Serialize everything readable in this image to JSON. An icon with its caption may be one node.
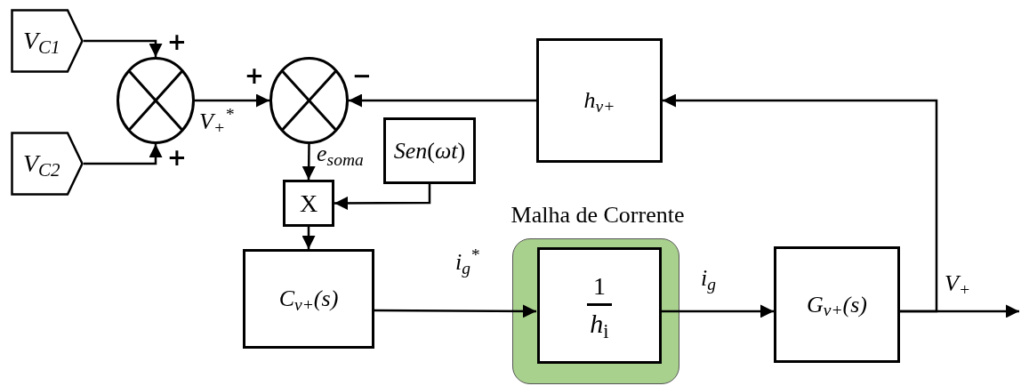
{
  "diagram": {
    "nodes": [
      {
        "text": [
          "V$_{C1}$"
        ]
      },
      {
        "text": [
          "V$_{C2}$"
        ]
      },
      {
        "text": [],
        "shape": "circle"
      },
      {
        "text": [],
        "shape": "circle"
      },
      {
        "text": [
          "h$_{v+}$"
        ]
      },
      {
        "text": [
          "*Sen*(*ωt*)"
        ]
      },
      {
        "text": [
          "X"
        ]
      },
      {
        "text": [
          "C$_{v+}$(*s*)"
        ]
      },
      {
        "text": [
          "Malha de Corrente"
        ]
      },
      {
        "text": [
          "1",
          "*h*$_{i}$"
        ],
        "in": 8
      },
      {
        "text": [
          "G$_{v+}$(*s*)"
        ]
      }
    ],
    "edges": [
      {
        "from": 0,
        "to": 2,
        "arrow": "to"
      },
      {
        "from": 1,
        "to": 2,
        "arrow": "to"
      },
      {
        "from": 2,
        "to": 3,
        "arrow": "to",
        "label": "V$_{+}$$^{*}$"
      },
      {
        "from": 4,
        "to": 3,
        "arrow": "to"
      },
      {
        "from": 3,
        "to": 6,
        "arrow": "to",
        "label": "e$_{soma}$"
      },
      {
        "from": 5,
        "to": 6,
        "arrow": "to"
      },
      {
        "from": 6,
        "to": 7,
        "arrow": "to"
      },
      {
        "from": 7,
        "to": 9,
        "arrow": "to",
        "label": "i$_{g}$$^{*}$"
      },
      {
        "from": 9,
        "to": 10,
        "arrow": "to",
        "label": "i$_{g}$"
      },
      {
        "from": 10,
        "to": null,
        "arrow": "to",
        "label": "V$_{+}$"
      },
      {
        "from": 10,
        "to": 4,
        "arrow": "to"
      }
    ],
    "labels": [
      "+",
      "+",
      "+",
      "−"
    ]
  }
}
